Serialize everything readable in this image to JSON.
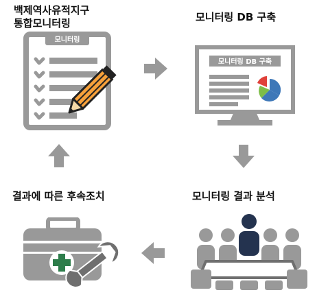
{
  "steps": {
    "step1": {
      "title_line1": "백제역사유적지구",
      "title_line2": "통합모니터링",
      "clipboard_label": "모니터링"
    },
    "step2": {
      "title": "모니터링 DB 구축",
      "screen_label": "모니터링 DB 구축"
    },
    "step3": {
      "title": "모니터링 결과 분석"
    },
    "step4": {
      "title": "결과에 따른 후속조치"
    }
  },
  "colors": {
    "gray": "#999999",
    "dark_gray": "#6f6f6f",
    "navy": "#24334f",
    "orange": "#f7a13b",
    "green": "#2e7d4b",
    "pie_blue": "#3e78b8",
    "pie_red": "#e0413a",
    "pie_green": "#7dbd48"
  },
  "icons": [
    "clipboard-checklist-icon",
    "pencil-icon",
    "monitor-icon",
    "meeting-icon",
    "first-aid-kit-icon",
    "wrench-icon",
    "arrow-right-icon",
    "arrow-down-icon",
    "arrow-left-icon",
    "arrow-up-icon"
  ]
}
